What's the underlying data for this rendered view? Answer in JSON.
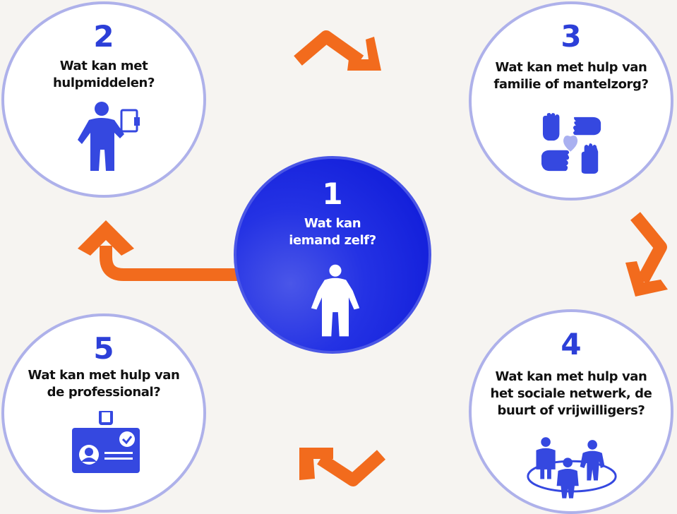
{
  "steps": [
    {
      "number": "1",
      "lines": [
        "Wat kan",
        "iemand zelf?"
      ],
      "icon": "person-icon"
    },
    {
      "number": "2",
      "lines": [
        "Wat kan met",
        "hulpmiddelen?"
      ],
      "icon": "person-with-tablet-icon"
    },
    {
      "number": "3",
      "lines": [
        "Wat kan met hulp van",
        "familie of mantelzorg?"
      ],
      "icon": "hands-heart-icon"
    },
    {
      "number": "4",
      "lines": [
        "Wat kan met hulp van",
        "het sociale netwerk, de",
        "buurt of vrijwilligers?"
      ],
      "icon": "community-icon"
    },
    {
      "number": "5",
      "lines": [
        "Wat kan met hulp van",
        "de professional?"
      ],
      "icon": "id-badge-icon"
    }
  ],
  "colors": {
    "background": "#f6f4f1",
    "circle_border": "#aeb1ea",
    "center_fill": "#1a24dc",
    "accent_blue": "#2c3fd8",
    "icon_blue": "#3548e0",
    "heart_lavender": "#a9b0f0",
    "arrow_orange": "#f26b1d"
  }
}
